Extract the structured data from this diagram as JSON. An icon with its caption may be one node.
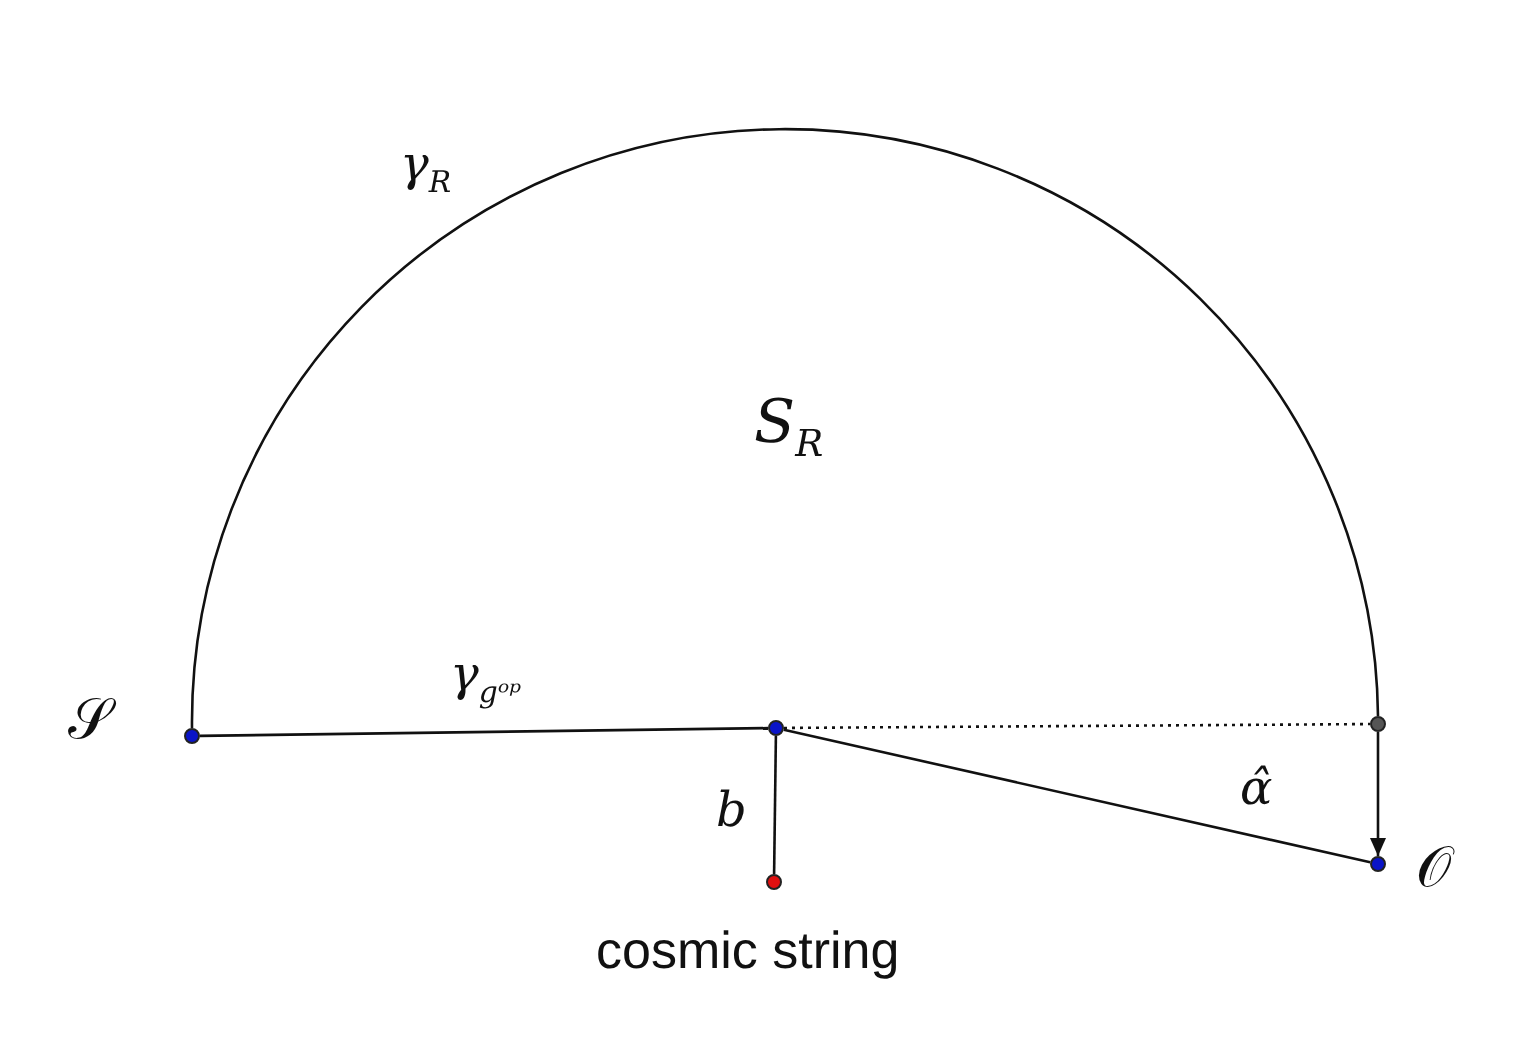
{
  "diagram": {
    "nodes": [
      {
        "text": [],
        "shape": "circle",
        "beside": [
          "𝒮"
        ]
      },
      {
        "text": [],
        "shape": "circle"
      },
      {
        "text": [],
        "shape": "circle",
        "beside": [
          "cosmic string"
        ]
      },
      {
        "text": [],
        "shape": "circle"
      },
      {
        "text": [],
        "shape": "circle",
        "beside": [
          "𝒪"
        ]
      }
    ],
    "edges": [
      {
        "from": 0,
        "to": 3,
        "arrow": "none",
        "label": "γ$_{R}$"
      },
      {
        "from": 0,
        "to": 1,
        "arrow": "none",
        "label": "γ$_{gᵒᵖ}$"
      },
      {
        "from": 1,
        "to": 2,
        "arrow": "none",
        "label": "b"
      },
      {
        "from": 1,
        "to": 3,
        "arrow": "none",
        "style": "dashed"
      },
      {
        "from": 3,
        "to": 4,
        "arrow": "to"
      },
      {
        "from": 1,
        "to": 4,
        "arrow": "none"
      }
    ],
    "labels": [
      "S$_{R}$",
      "α̂"
    ]
  }
}
